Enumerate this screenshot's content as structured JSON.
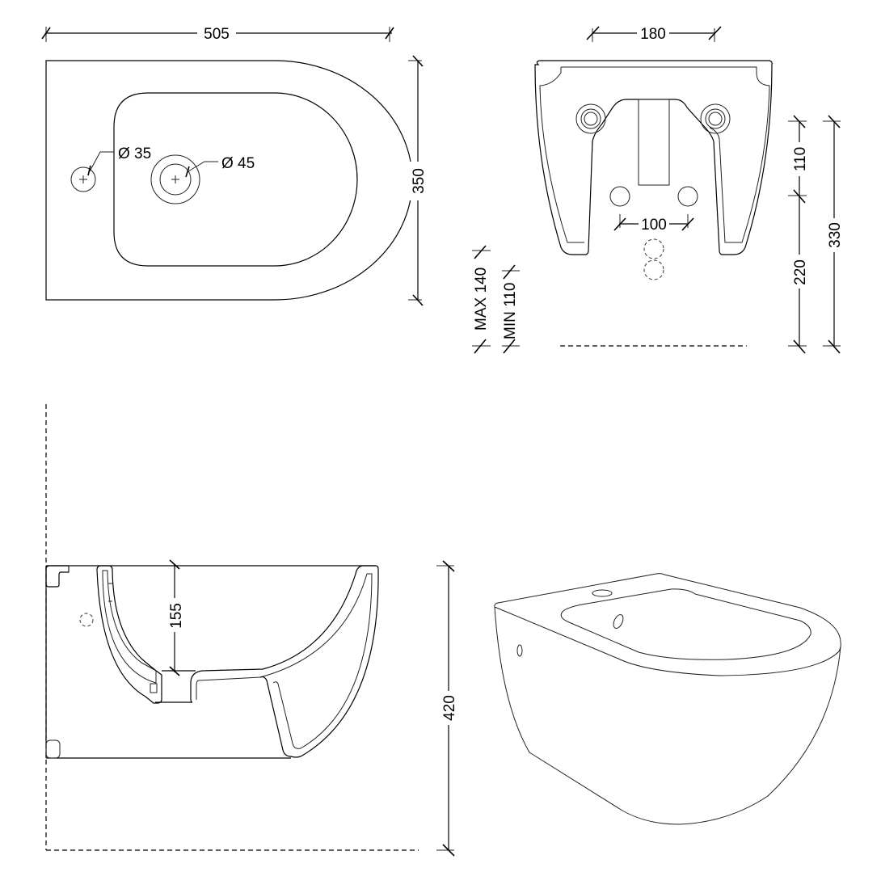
{
  "drawing": {
    "subject": "Wall-hung bidet technical drawing",
    "stroke_color": "#000000",
    "background": "#ffffff"
  },
  "top_view": {
    "width_label": "505",
    "depth_label": "350",
    "tap_hole_label": "Ø 35",
    "drain_hole_label": "Ø 45"
  },
  "rear_view": {
    "top_width_label": "180",
    "holes_spacing_label": "100",
    "upper_height_label": "110",
    "lower_height_label": "220",
    "total_height_label": "330",
    "max_label": "MAX 140",
    "min_label": "MIN 110"
  },
  "side_view": {
    "bowl_depth_label": "155",
    "total_height_label": "420"
  },
  "perspective_view": {
    "caption": ""
  }
}
